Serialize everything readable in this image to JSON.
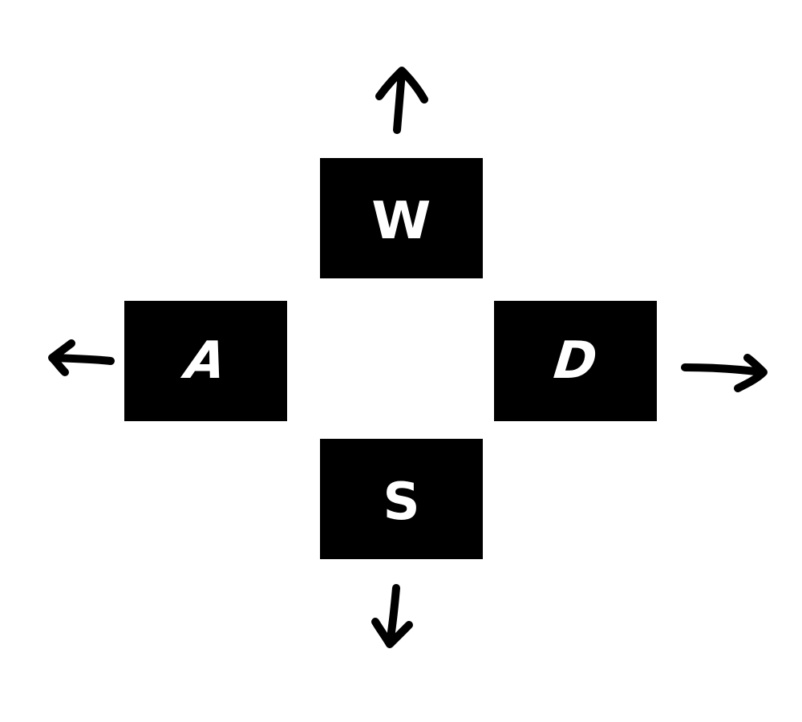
{
  "keys": {
    "up": {
      "label": "W"
    },
    "left": {
      "label": "A"
    },
    "right": {
      "label": "D"
    },
    "down": {
      "label": "S"
    }
  },
  "arrows": {
    "up": "arrow-up-icon",
    "left": "arrow-left-icon",
    "right": "arrow-right-icon",
    "down": "arrow-down-icon"
  },
  "colors": {
    "key_background": "#000000",
    "key_text": "#ffffff",
    "arrow": "#000000",
    "page_background": "#ffffff"
  }
}
